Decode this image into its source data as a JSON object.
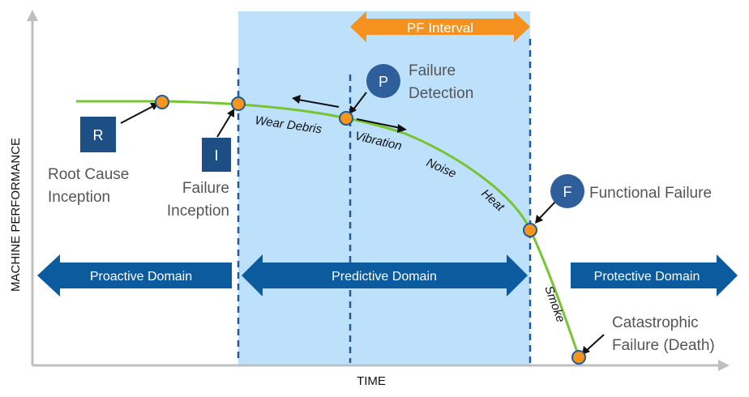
{
  "axes": {
    "x_label": "TIME",
    "y_label": "MACHINE PERFORMANCE"
  },
  "pf_interval": "PF Interval",
  "markers": {
    "r": "R",
    "i": "I",
    "p": "P",
    "f": "F"
  },
  "labels": {
    "root_cause_line1": "Root Cause",
    "root_cause_line2": "Inception",
    "failure_inception_line1": "Failure",
    "failure_inception_line2": "Inception",
    "failure_detection_line1": "Failure",
    "failure_detection_line2": "Detection",
    "functional_failure": "Functional Failure",
    "catastrophic_line1": "Catastrophic",
    "catastrophic_line2": "Failure (Death)"
  },
  "curve_labels": {
    "wear_debris": "Wear Debris",
    "vibration": "Vibration",
    "noise": "Noise",
    "heat": "Heat",
    "smoke": "Smoke"
  },
  "domains": {
    "proactive": "Proactive Domain",
    "predictive": "Predictive Domain",
    "protective": "Protective Domain"
  },
  "colors": {
    "axis": "#bfbfbf",
    "curve": "#77c534",
    "point_fill": "#f7941d",
    "dark_blue": "#1f5c99",
    "navy_box": "#1d4f85",
    "circle_blue": "#2e5f9a",
    "domain_blue": "#0d5b9f",
    "region_fill": "#bde0fb",
    "pf_orange": "#f5911f",
    "label_gray": "#555555"
  }
}
